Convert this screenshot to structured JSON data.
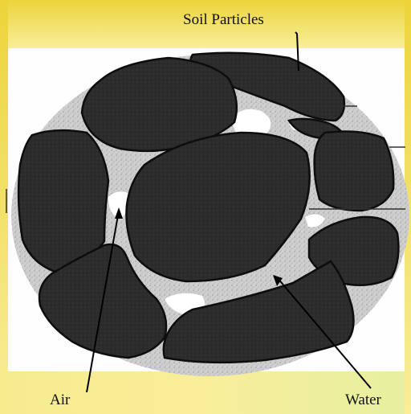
{
  "labels": {
    "soil_particles": "Soil Particles",
    "air": "Air",
    "water": "Water"
  },
  "colors": {
    "background_gradient_top": "#ecd43a",
    "background_gradient_light": "#f8ee9a",
    "particle_fill": "#2b2b2b",
    "particle_outline": "#111111",
    "matrix_gray": "#c8c8c8",
    "pore_white": "#ffffff"
  }
}
